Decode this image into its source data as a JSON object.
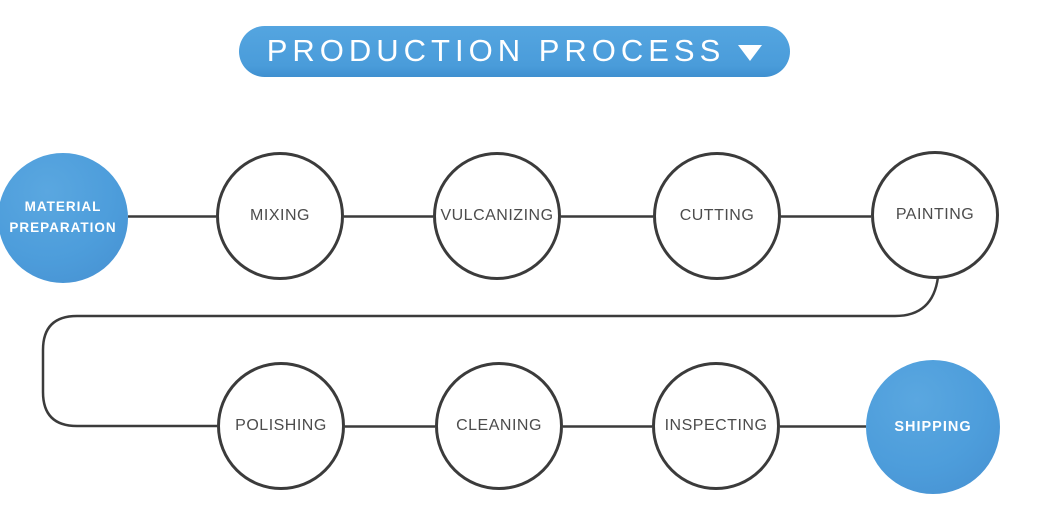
{
  "header": {
    "title": "PRODUCTION PROCESS",
    "dropdown_icon": "triangle-down",
    "bg_color": "#4A9CDA",
    "text_color": "#FFFFFF"
  },
  "diagram": {
    "type": "process-flow",
    "rows": 2,
    "flow_order": [
      "MATERIAL PREPARATION",
      "MIXING",
      "VULCANIZING",
      "CUTTING",
      "PAINTING",
      "POLISHING",
      "CLEANING",
      "INSPECTING",
      "SHIPPING"
    ]
  },
  "steps": [
    {
      "label": "MATERIAL PREPARATION",
      "highlighted": true,
      "row": "top"
    },
    {
      "label": "MIXING",
      "highlighted": false,
      "row": "top"
    },
    {
      "label": "VULCANIZING",
      "highlighted": false,
      "row": "top"
    },
    {
      "label": "CUTTING",
      "highlighted": false,
      "row": "top"
    },
    {
      "label": "PAINTING",
      "highlighted": false,
      "row": "top"
    },
    {
      "label": "POLISHING",
      "highlighted": false,
      "row": "bottom"
    },
    {
      "label": "CLEANING",
      "highlighted": false,
      "row": "bottom"
    },
    {
      "label": "INSPECTING",
      "highlighted": false,
      "row": "bottom"
    },
    {
      "label": "SHIPPING",
      "highlighted": true,
      "row": "bottom"
    }
  ],
  "colors": {
    "accent_blue": "#4D9DDB",
    "outline_gray": "#3B3B3B",
    "label_gray": "#4C4C4C",
    "background": "#FFFFFF"
  }
}
